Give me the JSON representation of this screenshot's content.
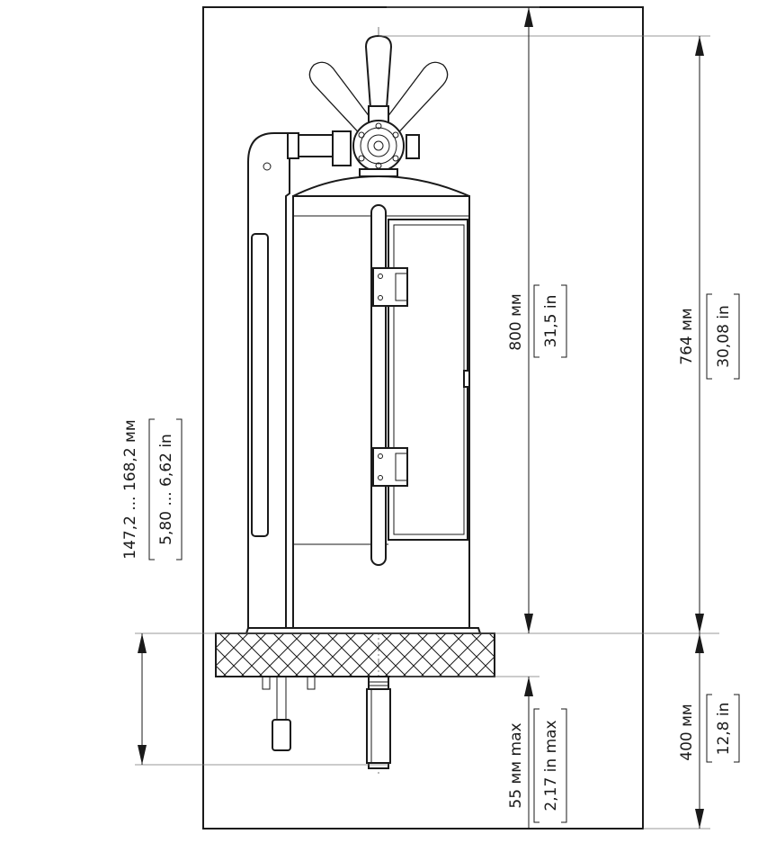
{
  "dimensions": {
    "total_height_mm": "800 мм",
    "total_height_in": "31,5 in",
    "upper_height_mm": "764 мм",
    "upper_height_in": "30,08 in",
    "lower_depth_mm": "400 мм",
    "lower_depth_in": "12,8 in",
    "tap_height_mm": "147,2 ... 168,2 мм",
    "tap_height_in": "5,80 ... 6,62 in",
    "shank_max_mm": "55 мм max",
    "shank_max_in": "2,17 in max"
  },
  "colors": {
    "line": "#1a1a1a",
    "background": "#ffffff"
  }
}
